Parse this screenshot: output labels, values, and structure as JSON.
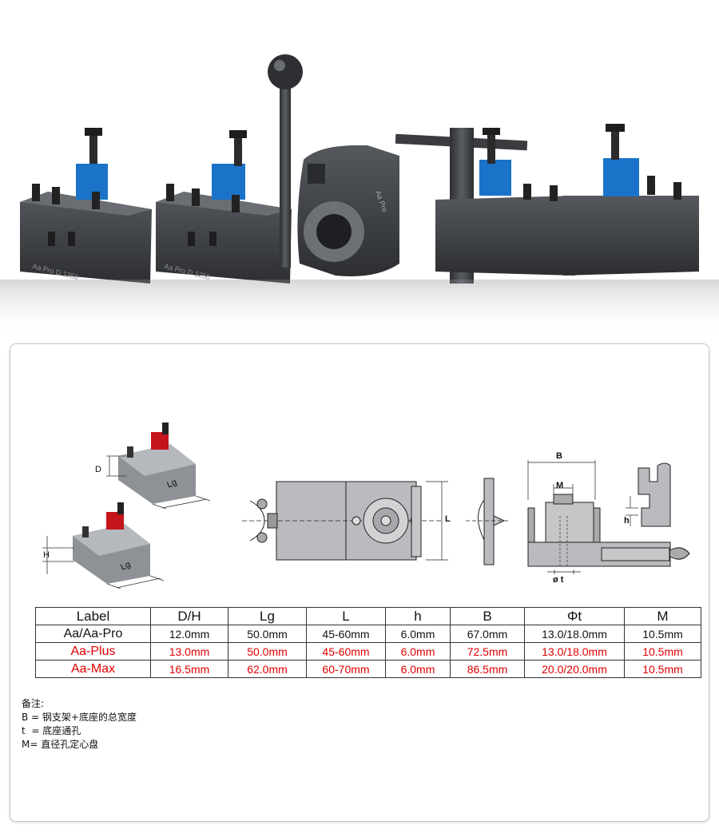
{
  "product_photo": {
    "engravings": [
      "Aa Pro D 1250",
      "Aa Pro D 1250",
      "Aa Pro"
    ]
  },
  "diagram": {
    "labels": {
      "D": "D",
      "Lg1": "Lg",
      "H": "H",
      "Lg2": "Lg",
      "L": "L",
      "B": "B",
      "M": "M",
      "h": "h",
      "t": "ø t"
    }
  },
  "table": {
    "headers": [
      "Label",
      "D/H",
      "Lg",
      "L",
      "h",
      "B",
      "Φt",
      "M"
    ],
    "rows": [
      {
        "cells": [
          "Aa/Aa-Pro",
          "12.0mm",
          "50.0mm",
          "45-60mm",
          "6.0mm",
          "67.0mm",
          "13.0/18.0mm",
          "10.5mm"
        ],
        "highlight": false
      },
      {
        "cells": [
          "Aa-Plus",
          "13.0mm",
          "50.0mm",
          "45-60mm",
          "6.0mm",
          "72.5mm",
          "13.0/18.0mm",
          "10.5mm"
        ],
        "highlight": true
      },
      {
        "cells": [
          "Aa-Max",
          "16.5mm",
          "62.0mm",
          "60-70mm",
          "6.0mm",
          "86.5mm",
          "20.0/20.0mm",
          "10.5mm"
        ],
        "highlight": true
      }
    ],
    "highlight_color": "#e00000"
  },
  "notes": {
    "title": "备注:",
    "lines": [
      "B = 钢支架+底座的总宽度",
      "t  = 底座通孔",
      "M= 直径孔定心盘"
    ]
  },
  "colors": {
    "accent_blue": "#1a73c8",
    "accent_red": "#c4141c",
    "steel_dark": "#3a3c40"
  }
}
